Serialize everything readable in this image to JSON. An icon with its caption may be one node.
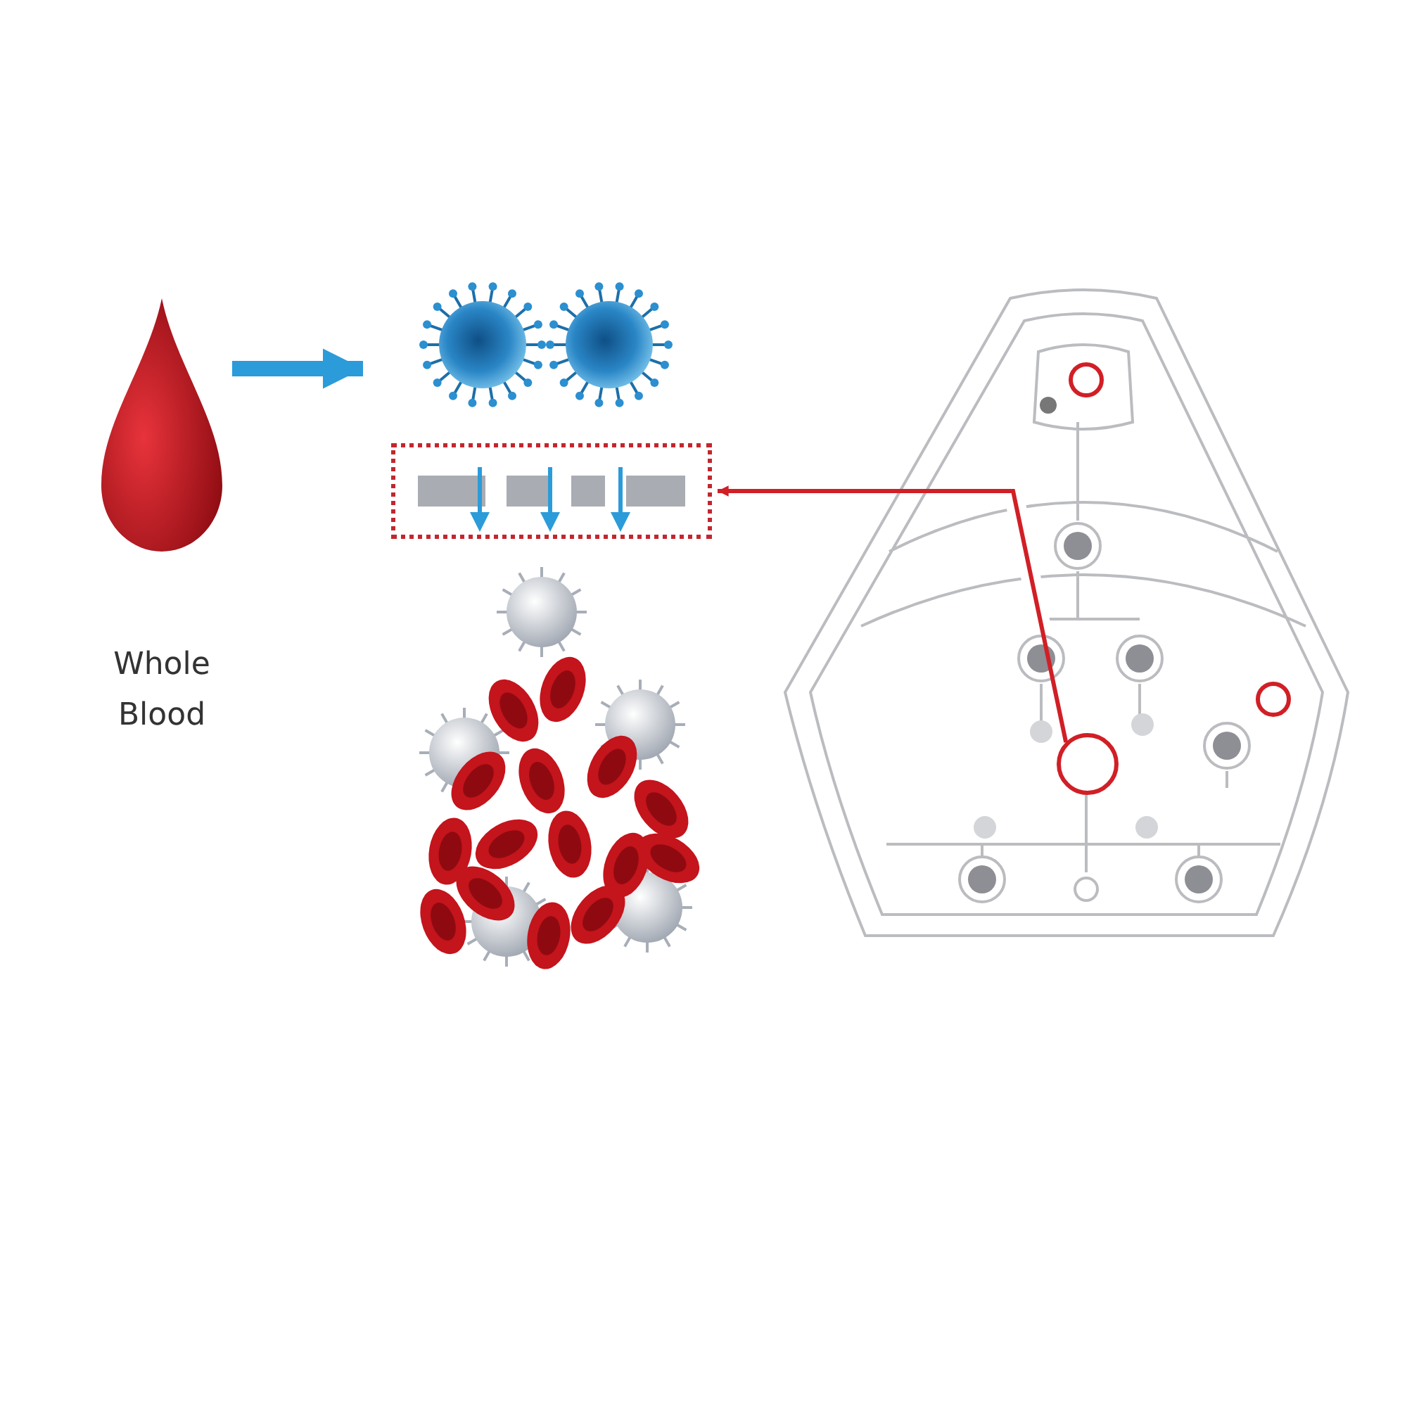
{
  "diagram": {
    "nodes": [
      {
        "text": [
          "Whole Blood"
        ]
      },
      {
        "text": [],
        "shape": "picture"
      },
      {
        "text": [],
        "shape": "box"
      },
      {
        "text": [],
        "shape": "picture"
      },
      {
        "text": [],
        "shape": "picture"
      },
      {
        "text": [],
        "shape": "circle",
        "in": 4
      }
    ],
    "edges": [
      {
        "from": 0,
        "to": 1,
        "arrow": "to",
        "style": "thick",
        "color": "#2b9bd9"
      },
      {
        "from": 5,
        "to": 2,
        "arrow": "to",
        "color": "#d11f26"
      }
    ]
  }
}
